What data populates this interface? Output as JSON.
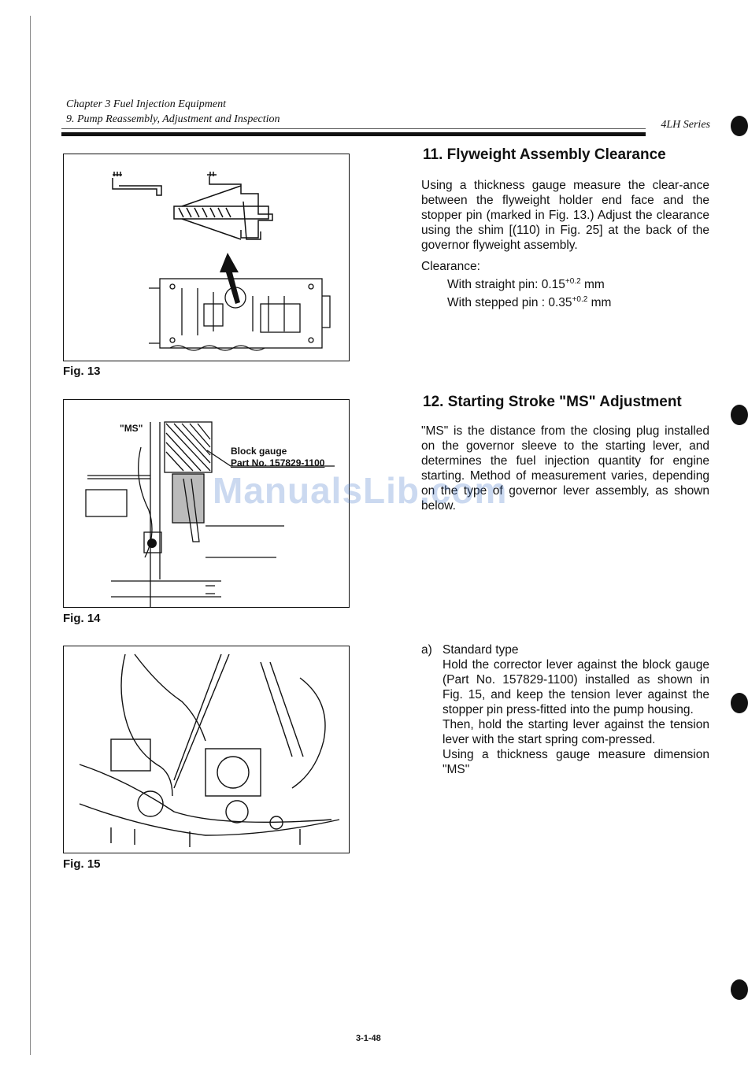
{
  "header": {
    "chapter": "Chapter 3 Fuel Injection Equipment",
    "section": "9. Pump Reassembly, Adjustment and Inspection",
    "series": "4LH Series"
  },
  "figures": [
    {
      "caption": "Fig. 13"
    },
    {
      "caption": "Fig. 14",
      "ms_label": "\"MS\"",
      "callout_line1": "Block gauge",
      "callout_line2": "Part No. 157829-1100"
    },
    {
      "caption": "Fig. 15"
    }
  ],
  "section11": {
    "heading": "11.  Flyweight Assembly Clearance",
    "paragraph": "Using a thickness gauge measure the clear-ance between the flyweight holder end face and the stopper pin (marked in Fig. 13.) Adjust the clearance using the shim [(110) in Fig. 25] at the back of the governor flyweight assembly.",
    "clearance_label": "Clearance:",
    "straight_pin": "With straight pin: 0.15",
    "straight_sup": "+0.2",
    "stepped_pin": "With stepped pin : 0.35",
    "stepped_sup": "+0.2",
    "unit": " mm"
  },
  "section12": {
    "heading": "12.  Starting Stroke \"MS\" Adjustment",
    "paragraph": "\"MS\" is the distance from the closing plug installed on the governor sleeve to the starting lever, and determines the fuel injection quantity for engine starting. Method of measurement varies, depending on the type of governor lever assembly, as shown below."
  },
  "steps": {
    "a_label": "a)",
    "a_title": "Standard type",
    "a_p1": "Hold the corrector lever against the block gauge (Part No. 157829-1100) installed as shown in Fig. 15, and keep the tension lever against the stopper pin press-fitted into the pump housing.",
    "a_p2": "Then, hold the starting lever against the tension lever with the start spring com-pressed.",
    "a_p3": "Using a thickness gauge measure dimension \"MS\""
  },
  "watermark": "ManualsLib.com",
  "page_number": "3-1-48"
}
